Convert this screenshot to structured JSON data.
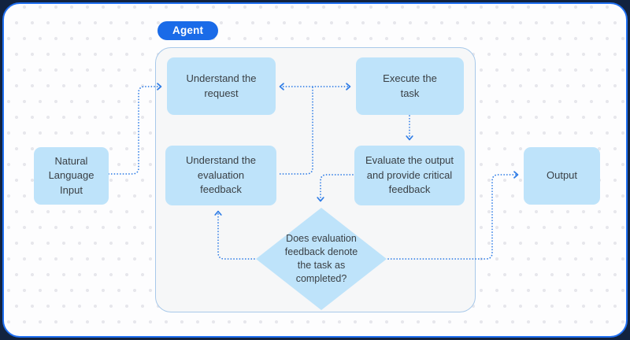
{
  "badge": {
    "label": "Agent"
  },
  "nodes": {
    "natural_language_input": "Natural\nLanguage\nInput",
    "understand_request": "Understand the\nrequest",
    "execute_task": "Execute the\ntask",
    "understand_feedback": "Understand the\nevaluation\nfeedback",
    "evaluate_output": "Evaluate the output\nand provide critical\nfeedback",
    "decision": "Does evaluation\nfeedback denote\nthe task as\ncompleted?",
    "output": "Output"
  },
  "edges": [
    {
      "from": "natural_language_input",
      "to": "understand_request",
      "style": "dotted-arrow"
    },
    {
      "from": "understand_request",
      "to": "execute_task",
      "style": "dotted-double-arrow"
    },
    {
      "from": "understand_feedback",
      "to": "understand_request_execute_link",
      "style": "dotted-line"
    },
    {
      "from": "execute_task",
      "to": "evaluate_output",
      "style": "dotted-arrow"
    },
    {
      "from": "evaluate_output",
      "to": "decision",
      "style": "dotted-arrow"
    },
    {
      "from": "decision",
      "to": "understand_feedback",
      "style": "dotted-arrow"
    },
    {
      "from": "decision",
      "to": "output",
      "style": "dotted-arrow"
    }
  ],
  "colors": {
    "node_fill": "#bee3fa",
    "node_text": "#3a4045",
    "arrow": "#2e7ce6",
    "badge_bg": "#1a6be8",
    "badge_text": "#ffffff",
    "container_fill": "#f6f7f8",
    "container_border": "#a8c9ea",
    "panel_bg": "#fdfdfe",
    "frame_border": "#1e6ef0",
    "frame_outer": "#12233f",
    "dot_grid": "#e7e7ec"
  }
}
